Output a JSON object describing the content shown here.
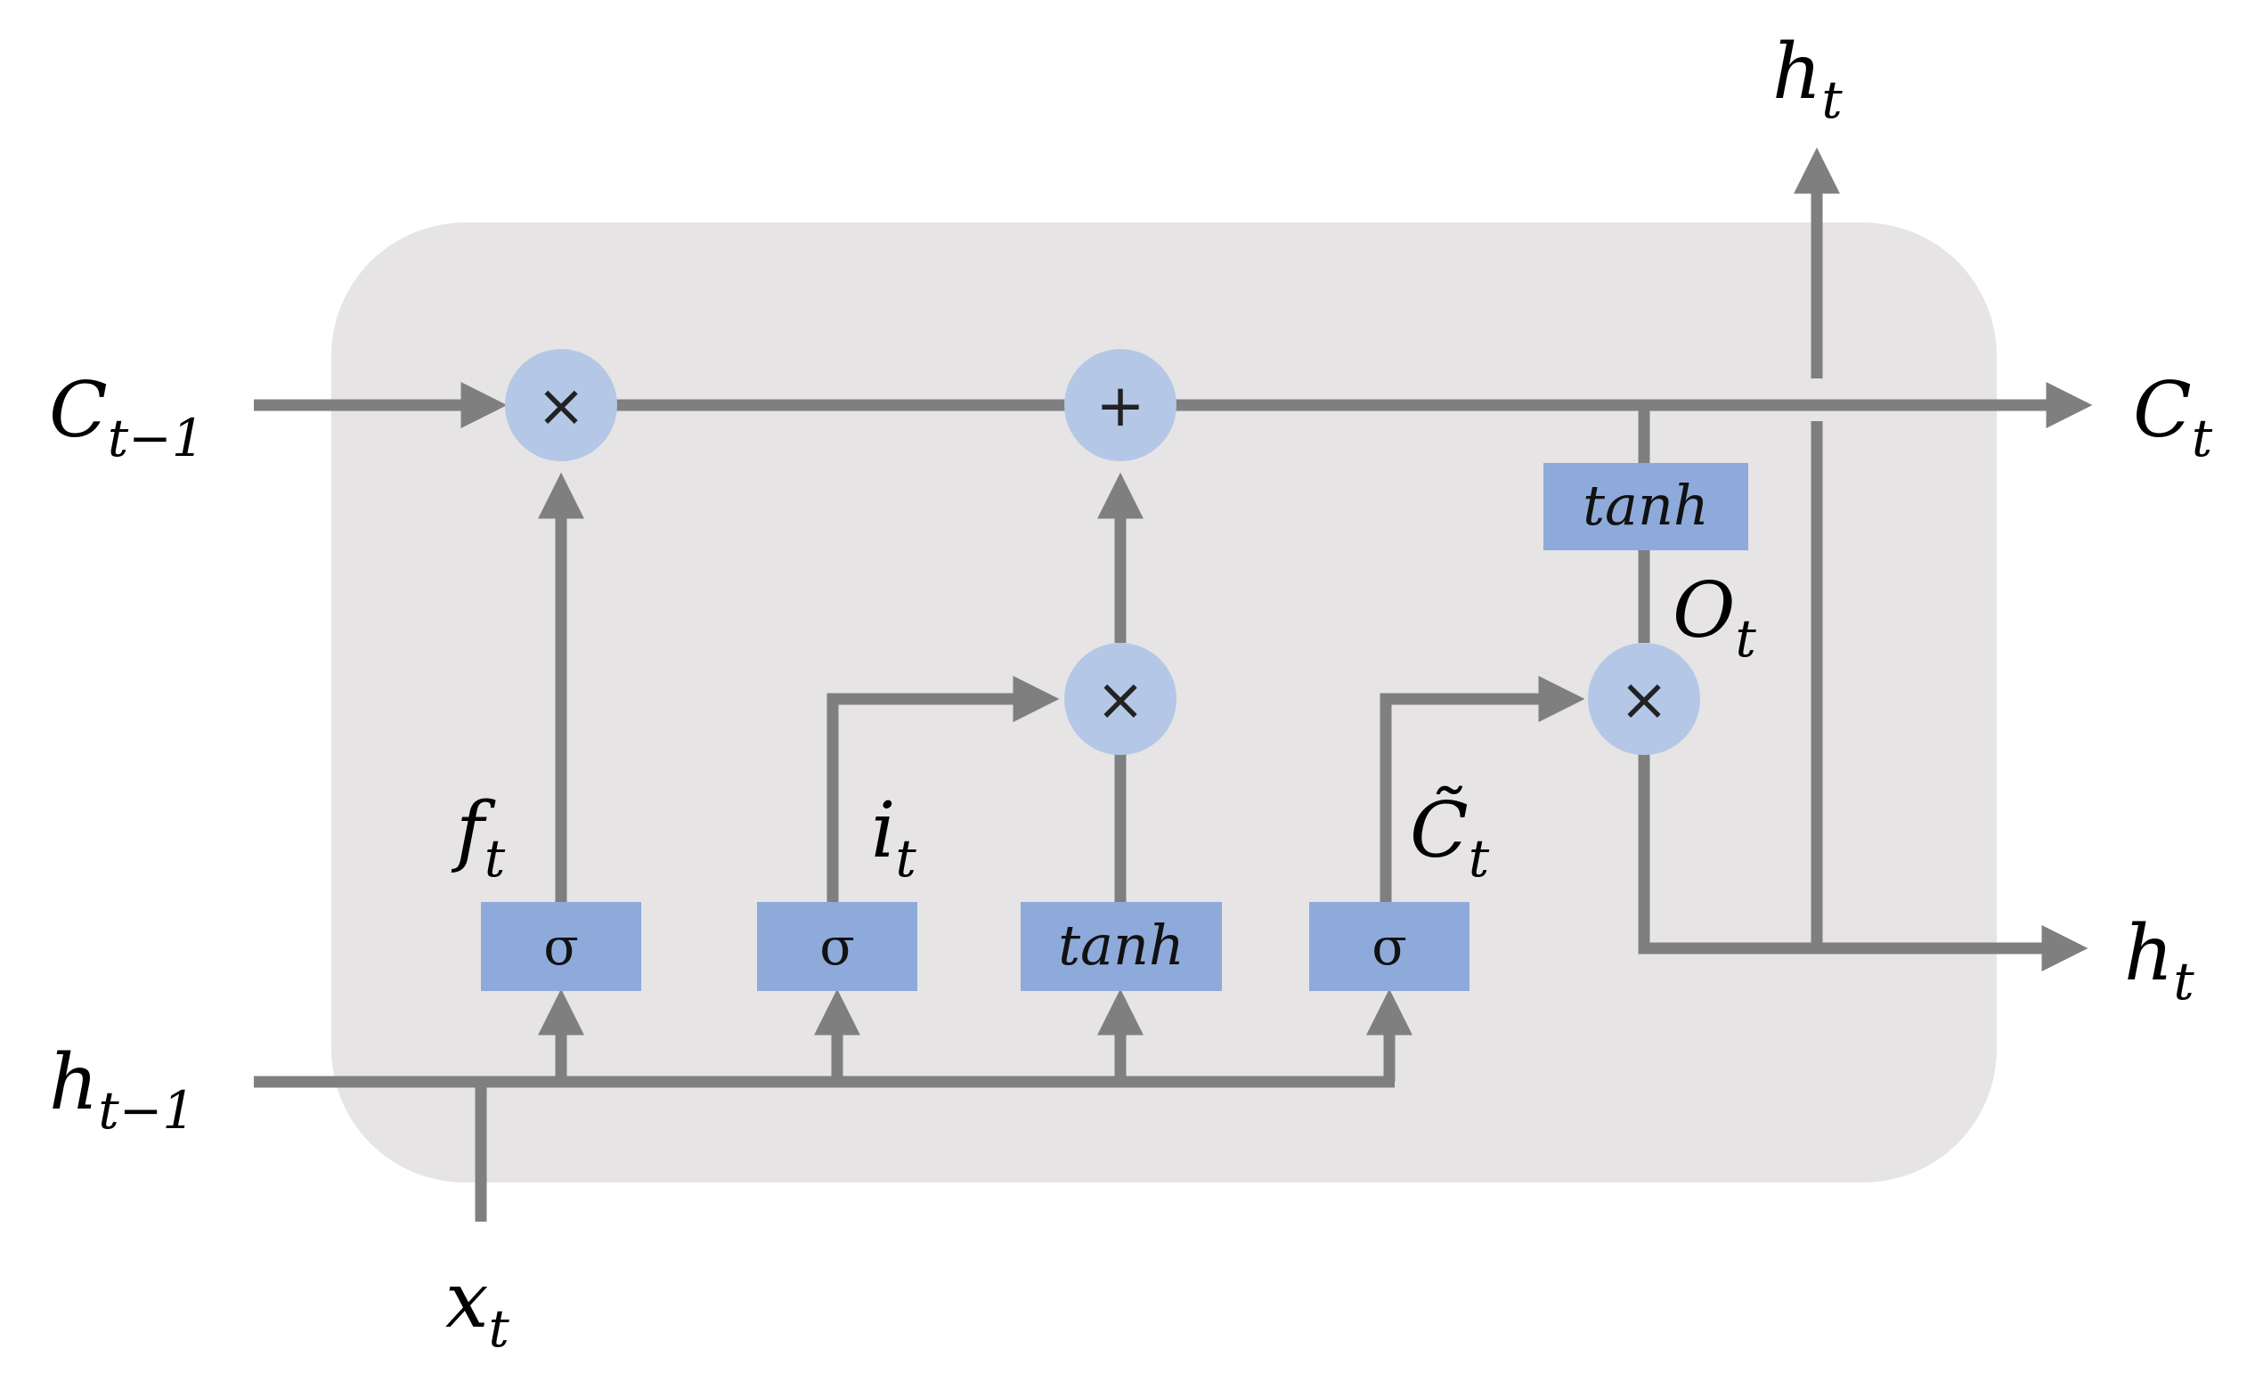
{
  "operators": {
    "forget_multiply": "×",
    "cell_add": "+",
    "input_multiply": "×",
    "output_multiply": "×"
  },
  "gates": {
    "forget_sigma": "σ",
    "input_sigma": "σ",
    "candidate_tanh": "tanh",
    "output_sigma": "σ",
    "cell_tanh": "tanh"
  },
  "labels": {
    "c_prev": {
      "main": "C",
      "sub": "t−1"
    },
    "c_out": {
      "main": "C",
      "sub": "t"
    },
    "h_prev": {
      "main": "h",
      "sub": "t−1"
    },
    "h_top": {
      "main": "h",
      "sub": "t"
    },
    "h_right": {
      "main": "h",
      "sub": "t"
    },
    "x_in": {
      "main": "x",
      "sub": "t"
    },
    "f_t": {
      "main": "f",
      "sub": "t"
    },
    "i_t": {
      "main": "i",
      "sub": "t"
    },
    "c_tilde": {
      "main": "C̃",
      "sub": "t"
    },
    "o_t": {
      "main": "O",
      "sub": "t"
    }
  },
  "colors": {
    "cell_background": "#e6e4e4",
    "wire": "#7f7f7f",
    "gate_box": "#8eaadb",
    "operator_circle": "#b4c7e7"
  }
}
